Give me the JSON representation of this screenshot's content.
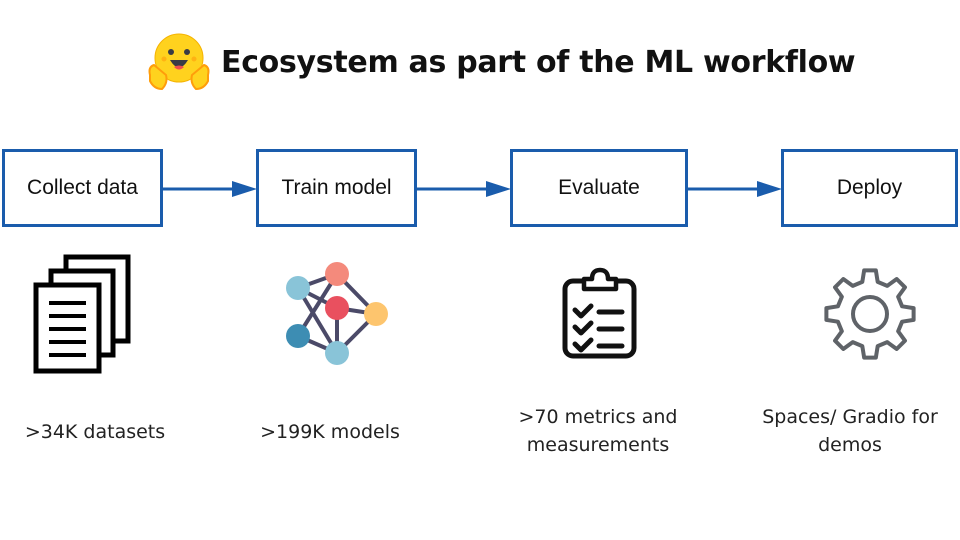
{
  "title": "Ecosystem as part of the ML workflow",
  "logo_icon": "hugging-face-emoji",
  "colors": {
    "box_border": "#1a5cac",
    "arrow": "#1a5cac",
    "doc_icon": "#000000",
    "clipboard_icon": "#111111",
    "gear_icon": "#5f6368",
    "nodes": {
      "light_blue": "#89c4d8",
      "salmon": "#f48a7c",
      "red": "#e9505f",
      "yellow": "#fdc56e",
      "dark_blue": "#3d8db3",
      "edges": "#4b4a68"
    }
  },
  "steps": [
    {
      "label": "Collect data",
      "icon": "documents-icon",
      "caption": [
        ">34K datasets"
      ]
    },
    {
      "label": "Train model",
      "icon": "neural-network-icon",
      "caption": [
        ">199K models"
      ]
    },
    {
      "label": "Evaluate",
      "icon": "clipboard-checklist-icon",
      "caption": [
        ">70 metrics and",
        "measurements"
      ]
    },
    {
      "label": "Deploy",
      "icon": "gear-icon",
      "caption": [
        "Spaces/ Gradio for",
        "demos"
      ]
    }
  ]
}
